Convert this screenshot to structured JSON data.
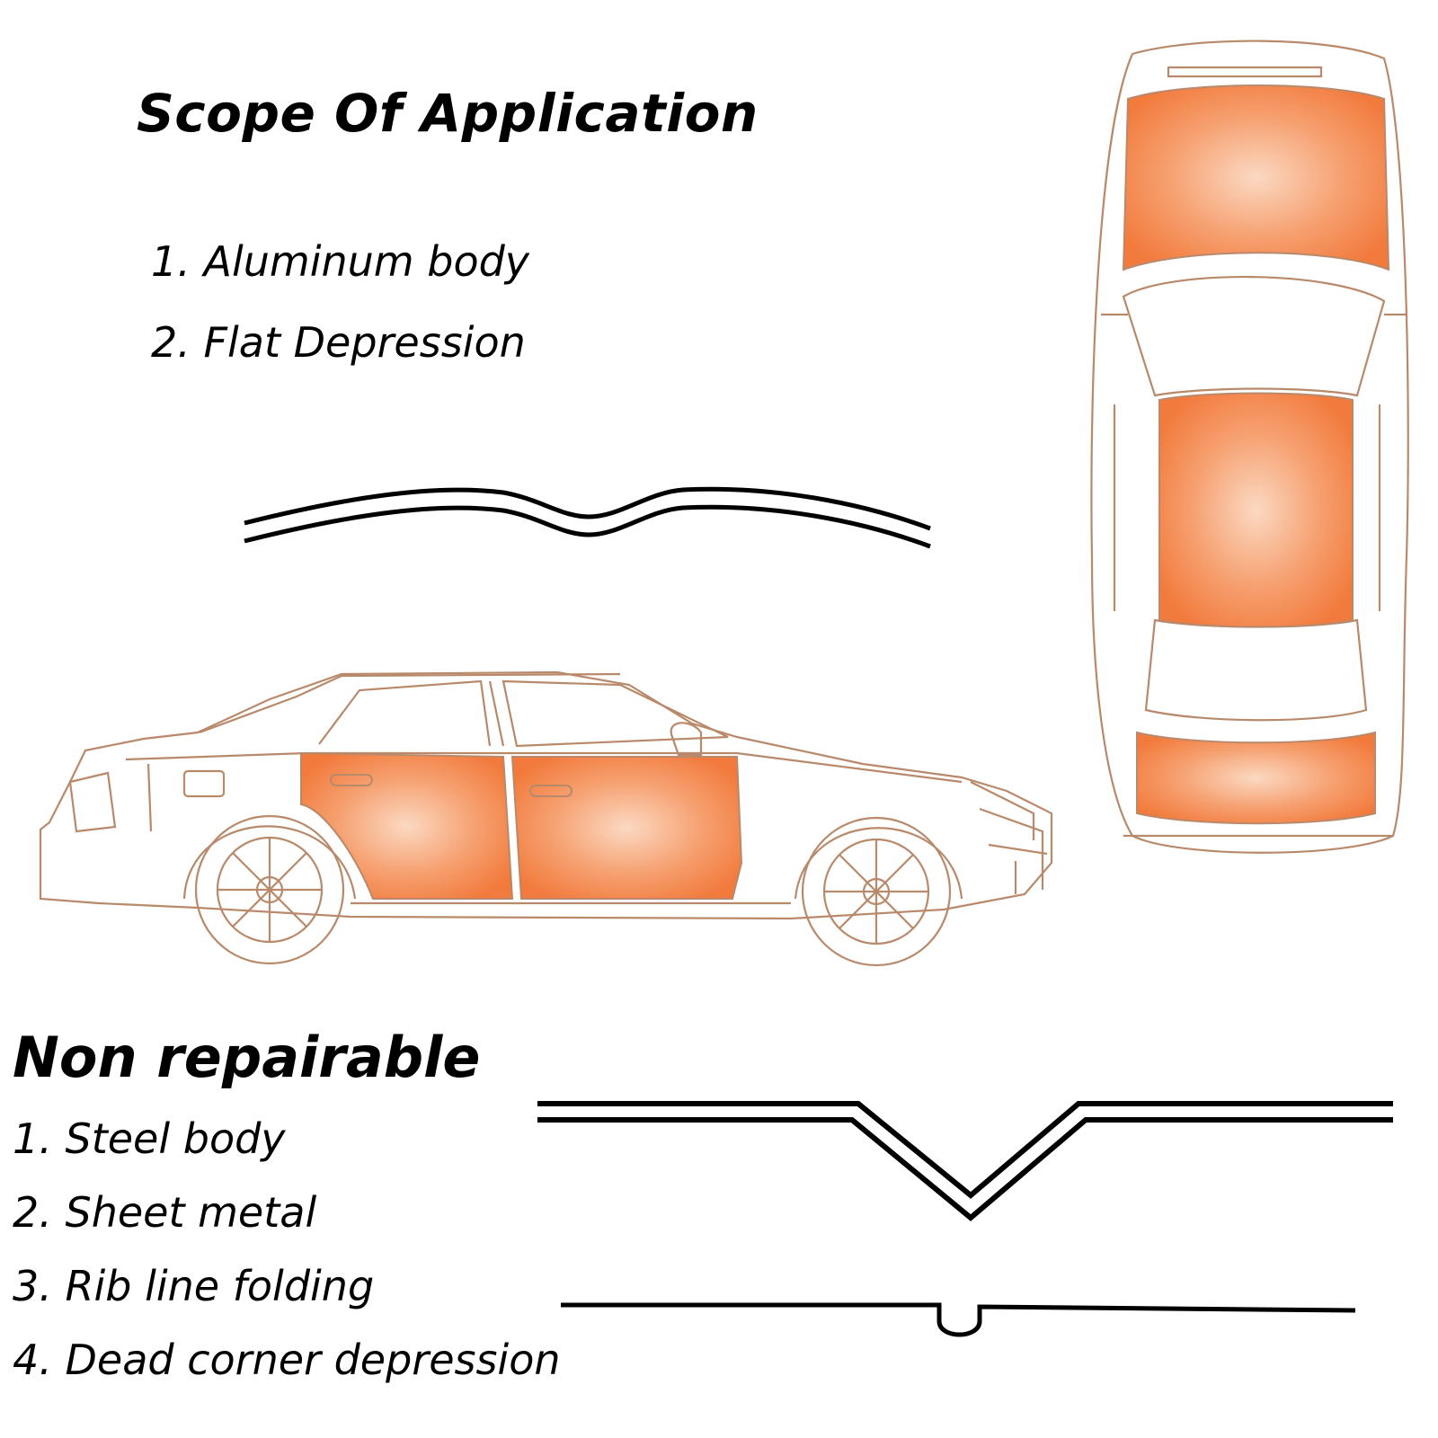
{
  "scope": {
    "title": "Scope Of Application",
    "items": [
      "1.  Aluminum body",
      "2. Flat Depression"
    ]
  },
  "non_repairable": {
    "title": "Non repairable",
    "items": [
      "1.  Steel body",
      "2. Sheet metal",
      "3. Rib line folding",
      "4. Dead corner depression"
    ]
  },
  "colors": {
    "panel_orange": "#F27A3C",
    "panel_light": "#FBD9C2",
    "outline": "#B8896A",
    "ink": "#000000"
  }
}
